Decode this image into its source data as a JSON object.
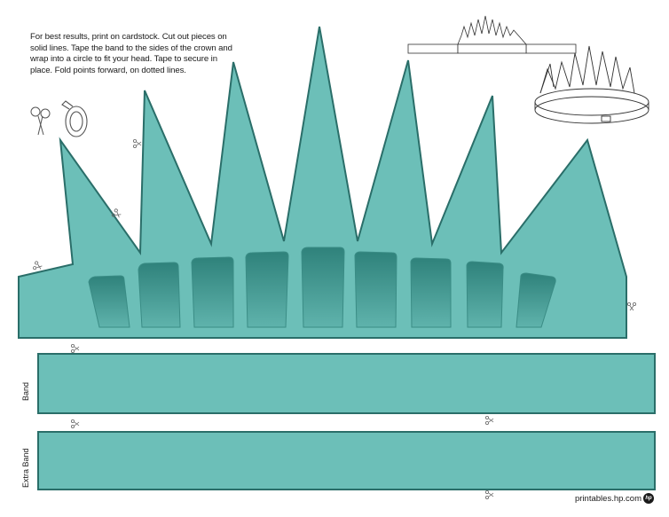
{
  "instructions": {
    "text": "For best results, print on cardstock. Cut out pieces on solid lines. Tape the band to the sides of the crown and wrap into a circle to fit your head. Tape to secure in place. Fold points forward, on dotted lines."
  },
  "bands": {
    "band_label": "Band",
    "extra_band_label": "Extra Band"
  },
  "footer": {
    "credit": "printables.hp.com",
    "logo_text": "hp"
  },
  "colors": {
    "crown_fill": "#6cbfb8",
    "crown_stroke": "#2a6e69",
    "window_fill": "#3f958e"
  },
  "icons": {
    "scissors": "scissors-icon",
    "tape": "tape-roll-icon"
  }
}
